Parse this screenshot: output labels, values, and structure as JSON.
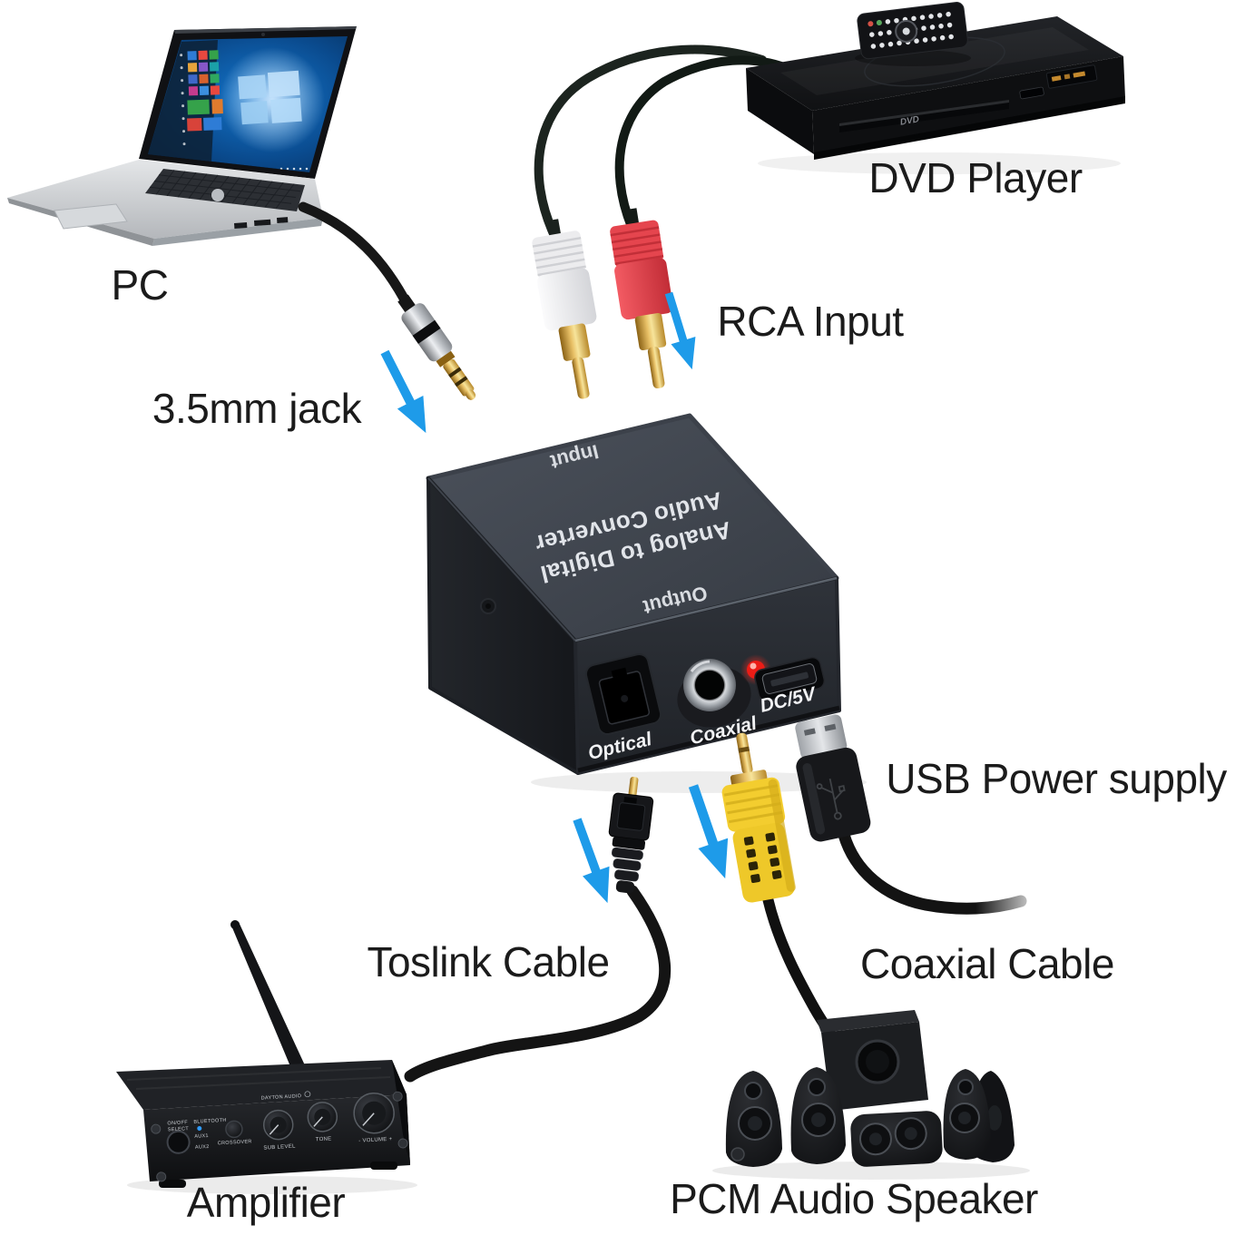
{
  "labels": {
    "pc": "PC",
    "dvd_player": "DVD Player",
    "jack_35mm": "3.5mm jack",
    "rca_input": "RCA Input",
    "usb_power": "USB Power supply",
    "toslink_cable": "Toslink Cable",
    "coaxial_cable": "Coaxial Cable",
    "amplifier": "Amplifier",
    "pcm_speaker": "PCM Audio Speaker"
  },
  "converter": {
    "title_line1": "Analog to Digital",
    "title_line2": "Audio Converter",
    "input": "Input",
    "output": "Output",
    "port_optical": "Optical",
    "port_coaxial": "Coaxial",
    "port_power": "DC/5V"
  },
  "dvd": {
    "logo": "DVD"
  },
  "amplifier_panel": {
    "brand": "DAYTON AUDIO",
    "power_line1": "ON/OFF",
    "power_line2": "SELECT",
    "source1": "BLUETOOTH",
    "source2": "AUX1",
    "source3": "AUX2",
    "knob_crossover": "CROSSOVER",
    "knob_sub": "SUB LEVEL",
    "knob_tone": "TONE",
    "knob_volume": "- VOLUME +"
  },
  "colors": {
    "background": "#ffffff",
    "arrow_blue": "#1e9be9",
    "led_red": "#ec1c16",
    "coax_yellow": "#f2ca2a",
    "rca_red": "#e8474f",
    "rca_white": "#f2f2f4",
    "label_text": "#1b1b1b"
  }
}
